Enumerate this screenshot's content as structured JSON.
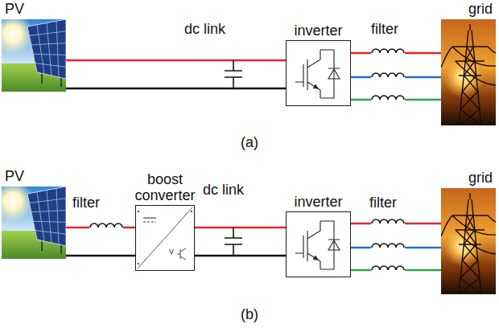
{
  "diagram": {
    "nodes": [
      {
        "text": [
          "PV"
        ]
      },
      {
        "text": [
          "inverter"
        ]
      },
      {
        "text": [
          "grid"
        ]
      },
      {
        "text": [
          "PV"
        ]
      },
      {
        "text": [
          "boost converter"
        ]
      },
      {
        "text": [
          "inverter"
        ]
      },
      {
        "text": [
          "grid"
        ]
      }
    ],
    "edges": [
      {
        "from": 0,
        "to": 1,
        "arrow": "none"
      },
      {
        "from": 0,
        "to": 1,
        "arrow": "none"
      },
      {
        "from": 1,
        "to": 2,
        "arrow": "none"
      },
      {
        "from": 1,
        "to": 2,
        "arrow": "none"
      },
      {
        "from": 1,
        "to": 2,
        "arrow": "none"
      },
      {
        "from": 3,
        "to": 4,
        "arrow": "none"
      },
      {
        "from": 3,
        "to": 4,
        "arrow": "none"
      },
      {
        "from": 4,
        "to": 5,
        "arrow": "none"
      },
      {
        "from": 4,
        "to": 5,
        "arrow": "none"
      },
      {
        "from": 5,
        "to": 6,
        "arrow": "none"
      },
      {
        "from": 5,
        "to": 6,
        "arrow": "none"
      },
      {
        "from": 5,
        "to": 6,
        "arrow": "none"
      }
    ],
    "labels": [
      "dc link",
      "filter",
      "(a)",
      "filter",
      "V",
      "dc link",
      "filter",
      "(b)"
    ]
  }
}
